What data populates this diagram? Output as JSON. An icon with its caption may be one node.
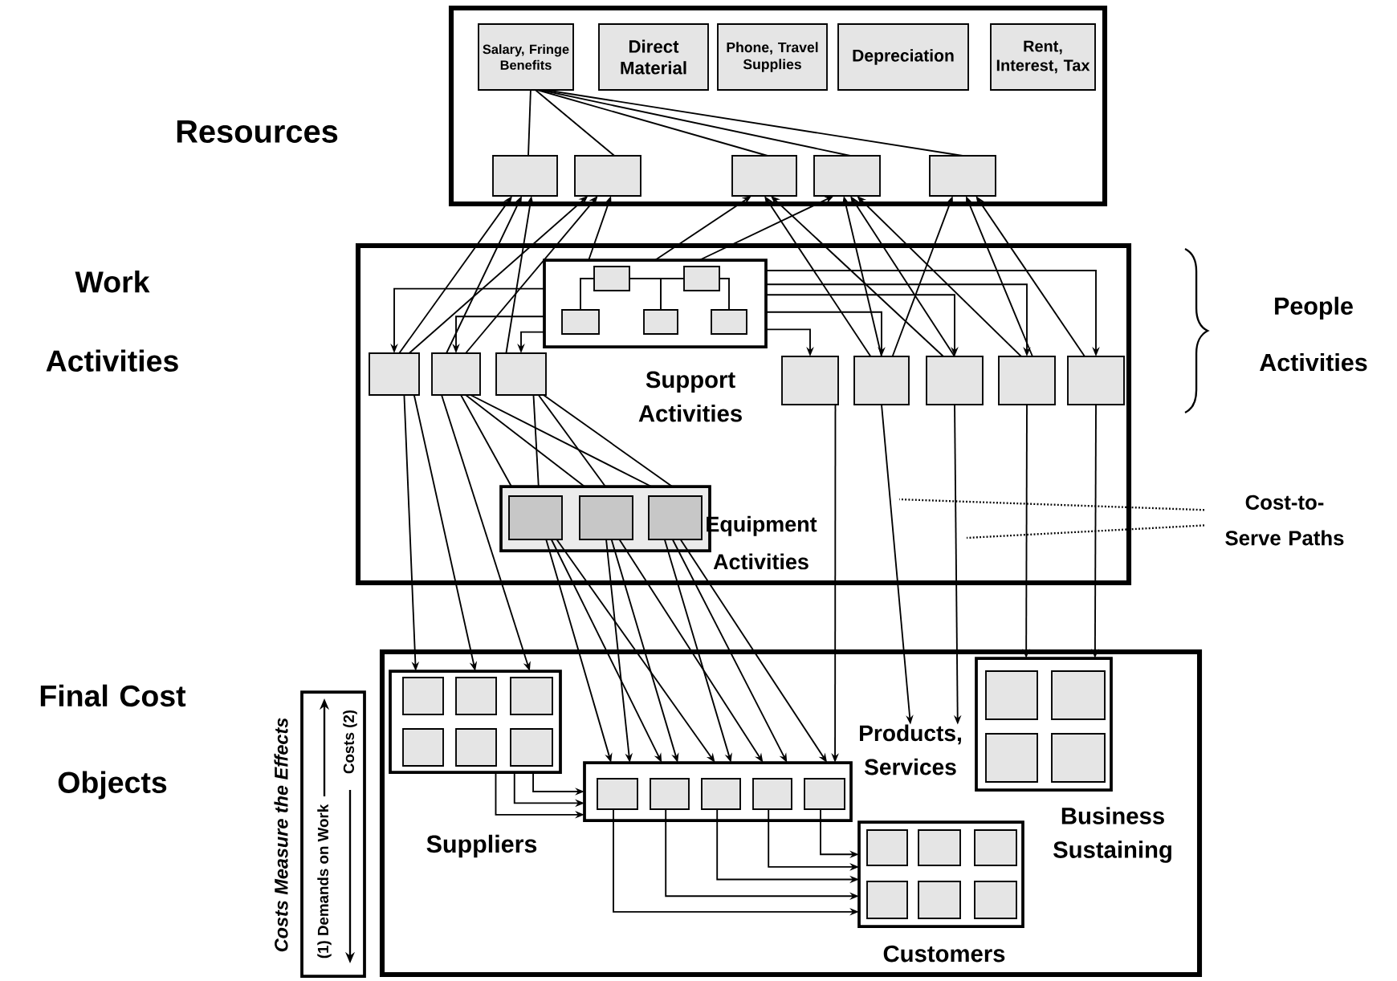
{
  "diagram": {
    "nodes": [
      {
        "text": [],
        "shape": "box"
      },
      {
        "text": [
          "Salary, Fringe Benefits"
        ],
        "in": 0
      },
      {
        "text": [
          "Direct Material"
        ],
        "in": 0
      },
      {
        "text": [
          "Phone, Travel Supplies"
        ],
        "in": 0
      },
      {
        "text": [
          "Depreciation"
        ],
        "in": 0
      },
      {
        "text": [
          "Rent, Interest, Tax"
        ],
        "in": 0
      },
      {
        "text": [],
        "shape": "box",
        "in": 0
      },
      {
        "text": [],
        "shape": "box",
        "in": 0
      },
      {
        "text": [],
        "shape": "box",
        "in": 0
      },
      {
        "text": [],
        "shape": "box",
        "in": 0
      },
      {
        "text": [],
        "shape": "box",
        "in": 0
      },
      {
        "text": [],
        "shape": "box"
      },
      {
        "text": [
          "Support Activities"
        ],
        "in": 11
      },
      {
        "text": [],
        "shape": "box",
        "in": 12
      },
      {
        "text": [],
        "shape": "box",
        "in": 12
      },
      {
        "text": [],
        "shape": "box",
        "in": 12
      },
      {
        "text": [],
        "shape": "box",
        "in": 12
      },
      {
        "text": [],
        "shape": "box",
        "in": 12
      },
      {
        "text": [],
        "shape": "box",
        "in": 11
      },
      {
        "text": [],
        "shape": "box",
        "in": 11
      },
      {
        "text": [],
        "shape": "box",
        "in": 11
      },
      {
        "text": [],
        "shape": "box",
        "in": 11
      },
      {
        "text": [],
        "shape": "box",
        "in": 11
      },
      {
        "text": [],
        "shape": "box",
        "in": 11
      },
      {
        "text": [],
        "shape": "box",
        "in": 11
      },
      {
        "text": [],
        "shape": "box",
        "in": 11
      },
      {
        "text": [
          "Equipment Activities"
        ],
        "in": 11
      },
      {
        "text": [],
        "shape": "box",
        "in": 26
      },
      {
        "text": [],
        "shape": "box",
        "in": 26
      },
      {
        "text": [],
        "shape": "box",
        "in": 26
      },
      {
        "text": [],
        "shape": "box"
      },
      {
        "text": [
          "Suppliers"
        ],
        "in": 30
      },
      {
        "text": [],
        "shape": "box",
        "in": 31
      },
      {
        "text": [],
        "shape": "box",
        "in": 31
      },
      {
        "text": [],
        "shape": "box",
        "in": 31
      },
      {
        "text": [],
        "shape": "box",
        "in": 31
      },
      {
        "text": [],
        "shape": "box",
        "in": 31
      },
      {
        "text": [],
        "shape": "box",
        "in": 31
      },
      {
        "text": [],
        "shape": "box",
        "in": 30
      },
      {
        "text": [],
        "shape": "box",
        "in": 38
      },
      {
        "text": [],
        "shape": "box",
        "in": 38
      },
      {
        "text": [],
        "shape": "box",
        "in": 38
      },
      {
        "text": [],
        "shape": "box",
        "in": 38
      },
      {
        "text": [],
        "shape": "box",
        "in": 38
      },
      {
        "text": [
          "Customers"
        ],
        "in": 30
      },
      {
        "text": [],
        "shape": "box",
        "in": 44
      },
      {
        "text": [],
        "shape": "box",
        "in": 44
      },
      {
        "text": [],
        "shape": "box",
        "in": 44
      },
      {
        "text": [],
        "shape": "box",
        "in": 44
      },
      {
        "text": [],
        "shape": "box",
        "in": 44
      },
      {
        "text": [],
        "shape": "box",
        "in": 44
      },
      {
        "text": [
          "Business Sustaining"
        ],
        "in": 30
      },
      {
        "text": [],
        "shape": "box",
        "in": 51
      },
      {
        "text": [],
        "shape": "box",
        "in": 51
      },
      {
        "text": [],
        "shape": "box",
        "in": 51
      },
      {
        "text": [],
        "shape": "box",
        "in": 51
      },
      {
        "text": [
          "Products, Services"
        ],
        "in": 30
      },
      {
        "text": [
          "Cost-to-Serve Paths"
        ]
      },
      {
        "text": [
          "(1) Demands on Work",
          "Costs (2)"
        ],
        "beside": [
          "Costs Measure the Effects"
        ]
      }
    ],
    "edges": [
      {
        "from": 1,
        "to": 6,
        "arrow": "none"
      },
      {
        "from": 1,
        "to": 7,
        "arrow": "none"
      },
      {
        "from": 1,
        "to": 8,
        "arrow": "none"
      },
      {
        "from": 1,
        "to": 9,
        "arrow": "none"
      },
      {
        "from": 1,
        "to": 10,
        "arrow": "none"
      },
      {
        "from": 18,
        "to": 6,
        "arrow": "to"
      },
      {
        "from": 19,
        "to": 6,
        "arrow": "to"
      },
      {
        "from": 20,
        "to": 6,
        "arrow": "to"
      },
      {
        "from": 18,
        "to": 7,
        "arrow": "to"
      },
      {
        "from": 19,
        "to": 7,
        "arrow": "to"
      },
      {
        "from": 12,
        "to": 7,
        "arrow": "to"
      },
      {
        "from": 12,
        "to": 8,
        "arrow": "to"
      },
      {
        "from": 22,
        "to": 8,
        "arrow": "to"
      },
      {
        "from": 23,
        "to": 8,
        "arrow": "to"
      },
      {
        "from": 12,
        "to": 9,
        "arrow": "to"
      },
      {
        "from": 22,
        "to": 9,
        "arrow": "to"
      },
      {
        "from": 23,
        "to": 9,
        "arrow": "to"
      },
      {
        "from": 24,
        "to": 9,
        "arrow": "to"
      },
      {
        "from": 22,
        "to": 10,
        "arrow": "to"
      },
      {
        "from": 24,
        "to": 10,
        "arrow": "to"
      },
      {
        "from": 25,
        "to": 10,
        "arrow": "to"
      },
      {
        "from": 12,
        "to": 18,
        "arrow": "to"
      },
      {
        "from": 12,
        "to": 19,
        "arrow": "to"
      },
      {
        "from": 12,
        "to": 20,
        "arrow": "to"
      },
      {
        "from": 12,
        "to": 21,
        "arrow": "to"
      },
      {
        "from": 12,
        "to": 22,
        "arrow": "to"
      },
      {
        "from": 12,
        "to": 23,
        "arrow": "to"
      },
      {
        "from": 12,
        "to": 24,
        "arrow": "to"
      },
      {
        "from": 12,
        "to": 25,
        "arrow": "to"
      },
      {
        "from": 19,
        "to": 26,
        "arrow": "none"
      },
      {
        "from": 19,
        "to": 26,
        "arrow": "none"
      },
      {
        "from": 19,
        "to": 26,
        "arrow": "none"
      },
      {
        "from": 20,
        "to": 26,
        "arrow": "none"
      },
      {
        "from": 20,
        "to": 26,
        "arrow": "none"
      },
      {
        "from": 20,
        "to": 26,
        "arrow": "none"
      },
      {
        "from": 18,
        "to": 31,
        "arrow": "to"
      },
      {
        "from": 18,
        "to": 31,
        "arrow": "to"
      },
      {
        "from": 19,
        "to": 31,
        "arrow": "to"
      },
      {
        "from": 27,
        "to": 38,
        "arrow": "to"
      },
      {
        "from": 27,
        "to": 38,
        "arrow": "to"
      },
      {
        "from": 27,
        "to": 38,
        "arrow": "to"
      },
      {
        "from": 28,
        "to": 38,
        "arrow": "to"
      },
      {
        "from": 28,
        "to": 38,
        "arrow": "to"
      },
      {
        "from": 28,
        "to": 38,
        "arrow": "to"
      },
      {
        "from": 29,
        "to": 38,
        "arrow": "to"
      },
      {
        "from": 29,
        "to": 38,
        "arrow": "to"
      },
      {
        "from": 29,
        "to": 38,
        "arrow": "to"
      },
      {
        "from": 21,
        "to": 38,
        "arrow": "to"
      },
      {
        "from": 22,
        "to": 56,
        "arrow": "to"
      },
      {
        "from": 23,
        "to": 56,
        "arrow": "to"
      },
      {
        "from": 24,
        "to": 51,
        "arrow": "to"
      },
      {
        "from": 25,
        "to": 51,
        "arrow": "to"
      },
      {
        "from": 31,
        "to": 38,
        "arrow": "to"
      },
      {
        "from": 31,
        "to": 38,
        "arrow": "to"
      },
      {
        "from": 31,
        "to": 38,
        "arrow": "to"
      },
      {
        "from": 39,
        "to": 44,
        "arrow": "to"
      },
      {
        "from": 40,
        "to": 44,
        "arrow": "to"
      },
      {
        "from": 41,
        "to": 44,
        "arrow": "to"
      },
      {
        "from": 42,
        "to": 44,
        "arrow": "to"
      },
      {
        "from": 43,
        "to": 44,
        "arrow": "to"
      },
      {
        "from": 57,
        "to": null,
        "arrow": "none",
        "style": "dashed"
      },
      {
        "from": 57,
        "to": null,
        "arrow": "none",
        "style": "dashed"
      },
      {
        "from": 13,
        "to": 15,
        "arrow": "none"
      },
      {
        "from": 13,
        "to": 16,
        "arrow": "none"
      },
      {
        "from": 14,
        "to": 16,
        "arrow": "none"
      },
      {
        "from": 14,
        "to": 17,
        "arrow": "none"
      }
    ],
    "labels": [
      "Resources",
      "Work Activities",
      "People Activities",
      "Final Cost Objects"
    ]
  }
}
